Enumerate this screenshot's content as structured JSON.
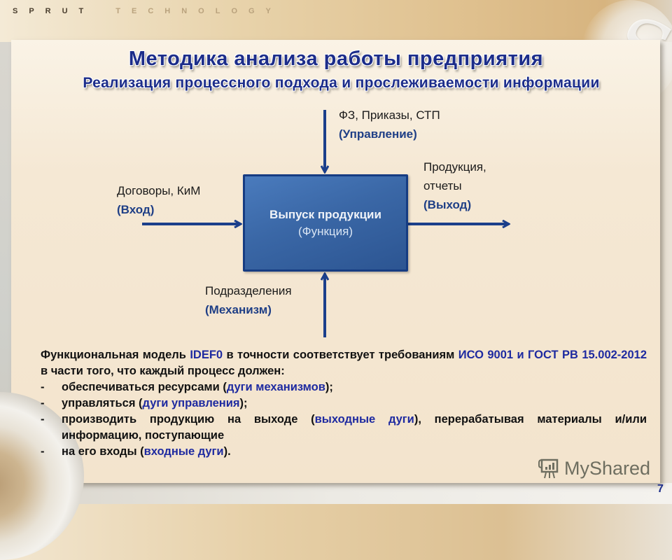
{
  "header": {
    "brand_word1": "SPRUT",
    "brand_word2": "TECHNOLOGY"
  },
  "slide": {
    "title": "Методика анализа работы предприятия",
    "subtitle": "Реализация процессного подхода и прослеживаемости информации",
    "page_number": "7"
  },
  "diagram": {
    "function_box": {
      "title": "Выпуск продукции",
      "subtitle": "(Функция)",
      "fill_color": "#3a67a6",
      "border_color": "#163c82"
    },
    "control": {
      "text": "ФЗ, Приказы, СТП",
      "role": "(Управление)"
    },
    "input": {
      "text": "Договоры, КиМ",
      "role": "(Вход)"
    },
    "output": {
      "text_line1": "Продукция,",
      "text_line2": "отчеты",
      "role": "(Выход)"
    },
    "mechanism": {
      "text": "Подразделения",
      "role": "(Механизм)"
    },
    "arrow_color": "#1b3f8b"
  },
  "body": {
    "intro_p1": "Функциональная модель ",
    "intro_hl1": "IDEF0",
    "intro_p2": " в точности соответствует требованиям ",
    "intro_hl2": "ИСО 9001 и ГОСТ РВ 15.002-2012",
    "intro_p3": " в части того, что каждый процесс должен:",
    "bullets": [
      {
        "dash": "-",
        "before": "обеспечиваться ресурсами (",
        "hl": "дуги механизмов",
        "after": ");"
      },
      {
        "dash": "-",
        "before": "управляться (",
        "hl": "дуги управления",
        "after": ");"
      },
      {
        "dash": "-",
        "before": "производить продукцию на выходе (",
        "hl": "выходные дуги",
        "after": "), перерабатывая материалы и/или информацию, поступающие"
      },
      {
        "dash": "-",
        "before": "на его входы (",
        "hl": "входные дуги",
        "after": ")."
      }
    ],
    "highlight_color": "#1e2aa0"
  },
  "watermark": {
    "text": "MyShared",
    "icon": "presentation-board-icon"
  }
}
